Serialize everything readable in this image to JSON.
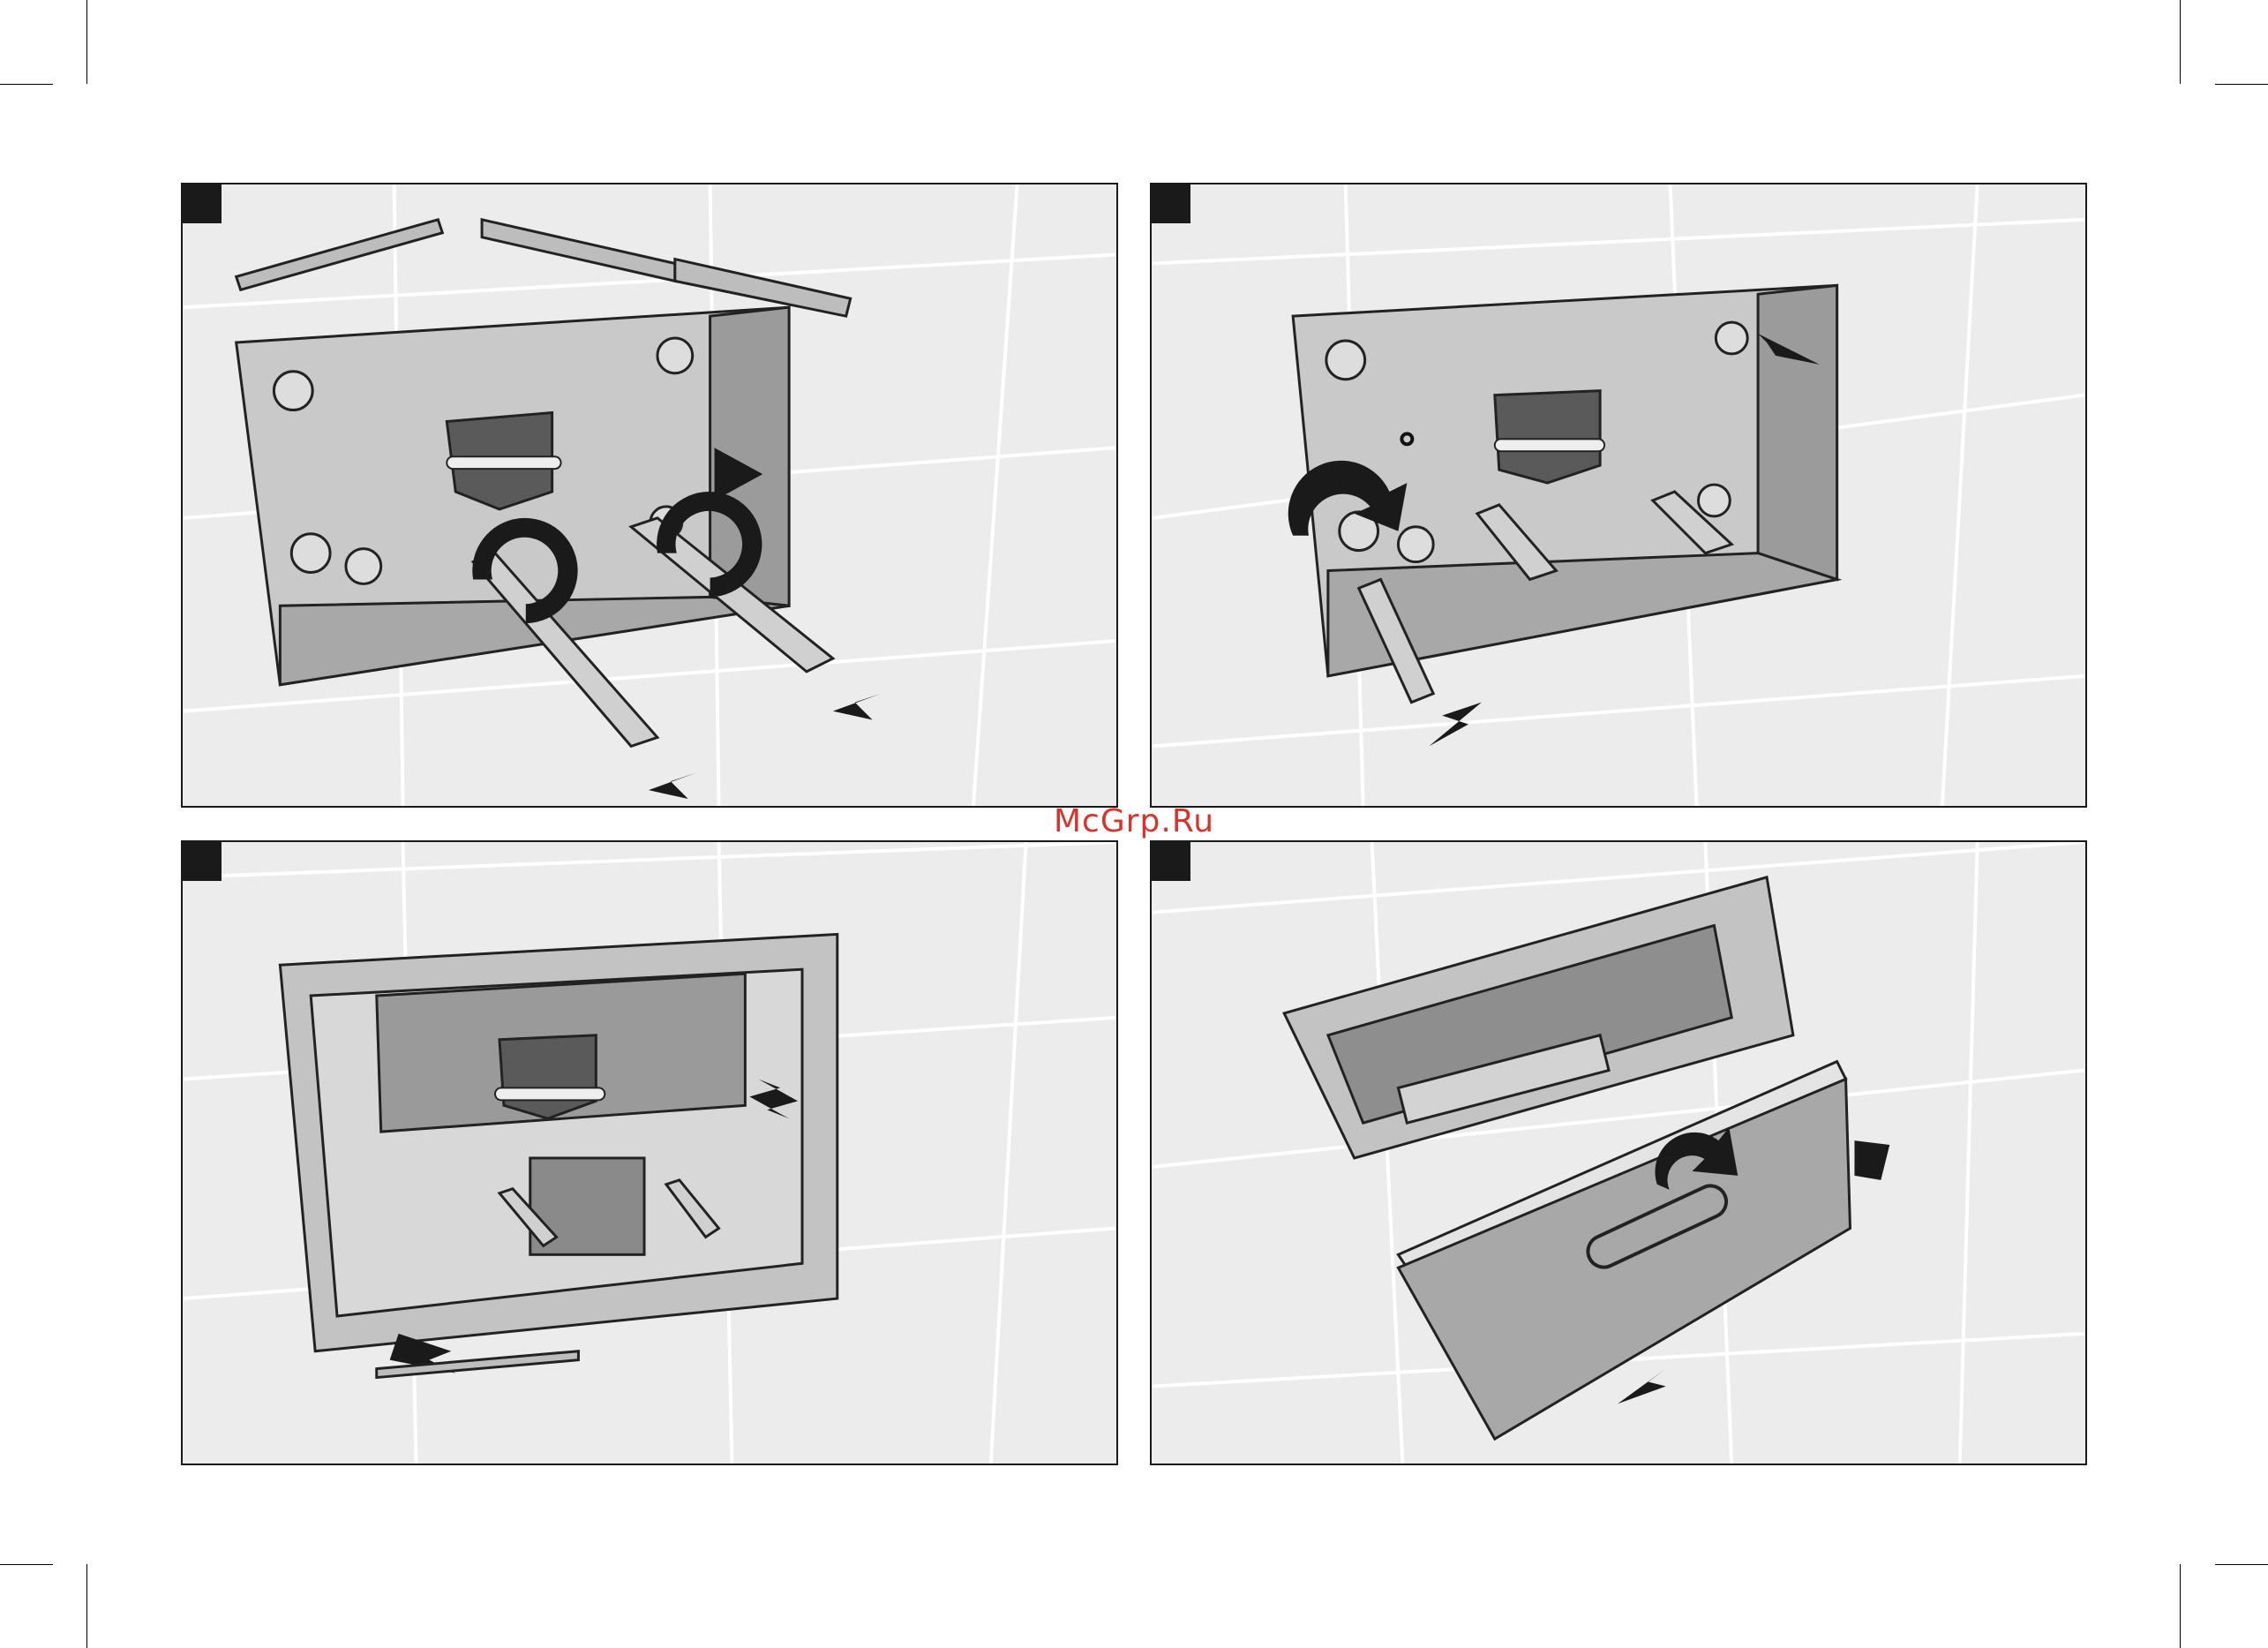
{
  "document": {
    "watermark": "McGrp.Ru",
    "panels": [
      {
        "id": "step-1",
        "description_icon": "install-bolts-illustration"
      },
      {
        "id": "step-2",
        "description_icon": "adjust-anchors-illustration"
      },
      {
        "id": "step-3",
        "description_icon": "mount-frame-illustration"
      },
      {
        "id": "step-4",
        "description_icon": "attach-cover-plate-illustration"
      }
    ]
  }
}
